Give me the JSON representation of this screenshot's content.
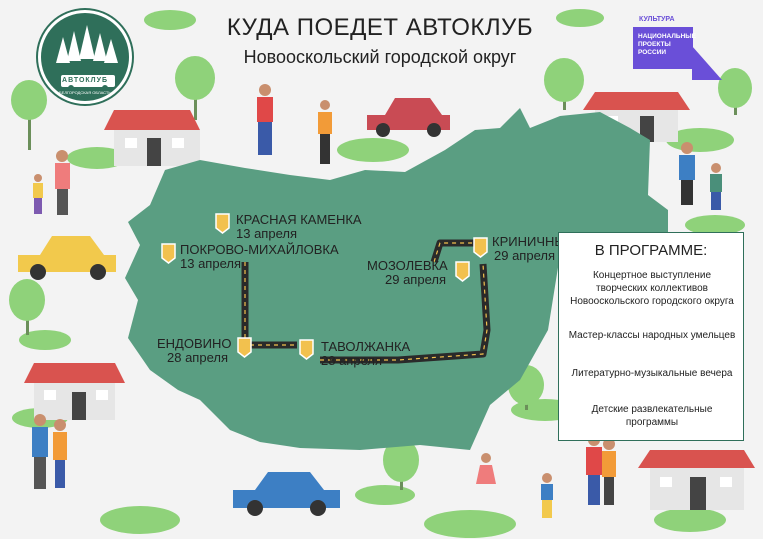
{
  "header": {
    "title": "КУДА ПОЕДЕТ АВТОКЛУБ",
    "subtitle": "Новооскольский городской округ"
  },
  "logo": {
    "title": "АВТОКЛУБ",
    "region": "БЕЛГОРОДСКАЯ ОБЛАСТЬ"
  },
  "kultura": {
    "label": "КУЛЬТУРА",
    "line1": "НАЦИОНАЛЬНЫЕ",
    "line2": "ПРОЕКТЫ",
    "line3": "РОССИИ"
  },
  "places": [
    {
      "name": "КРАСНАЯ КАМЕНКА",
      "date": "13 апреля"
    },
    {
      "name": "ПОКРОВО-МИХАЙЛОВКА",
      "date": "13 апреля"
    },
    {
      "name": "ЕНДОВИНО",
      "date": "28 апреля"
    },
    {
      "name": "ТАВОЛЖАНКА",
      "date": "28 апреля"
    },
    {
      "name": "МОЗОЛЕВКА",
      "date": "29 апреля"
    },
    {
      "name": "КРИНИЧНЫЙ",
      "date": "29 апреля"
    }
  ],
  "program": {
    "title": "В ПРОГРАММЕ:",
    "items": [
      "Концертное выступление творческих коллективов Новооскольского городского округа",
      "Мастер-классы народных умельцев",
      "Литературно-музыкальные вечера",
      "Детские развлекательные программы"
    ]
  },
  "colors": {
    "map": "#5a9e82",
    "road": "#2a2a2a",
    "pin": "#f2c14e",
    "accent": "#2f6f5a",
    "kultura": "#6a4fd8"
  }
}
